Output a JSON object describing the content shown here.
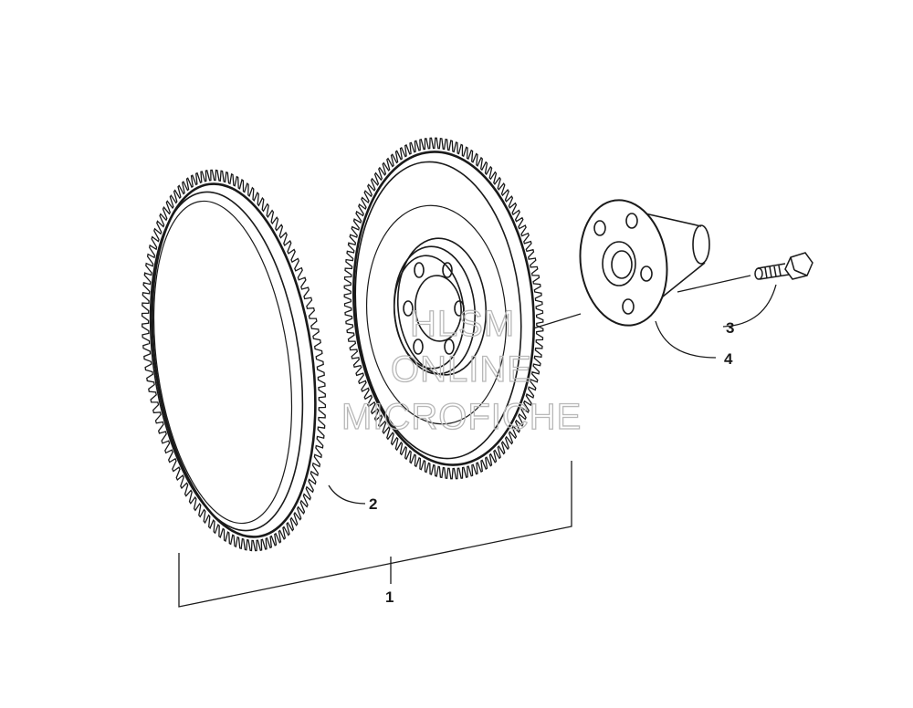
{
  "callouts": {
    "c1": "1",
    "c2": "2",
    "c3": "3",
    "c4": "4"
  },
  "watermark": {
    "line1": "HLSM",
    "line2": "ONLINE",
    "line3": "MICROFICHE"
  },
  "parts": [
    {
      "id": "2",
      "name": "ring-gear-icon"
    },
    {
      "id": "1",
      "name": "flywheel-icon"
    },
    {
      "id": "4",
      "name": "hub-icon"
    },
    {
      "id": "3",
      "name": "bolt-icon"
    }
  ],
  "colors": {
    "line": "#1a1a1a",
    "watermark": "#b8b8b8",
    "background": "#ffffff"
  }
}
